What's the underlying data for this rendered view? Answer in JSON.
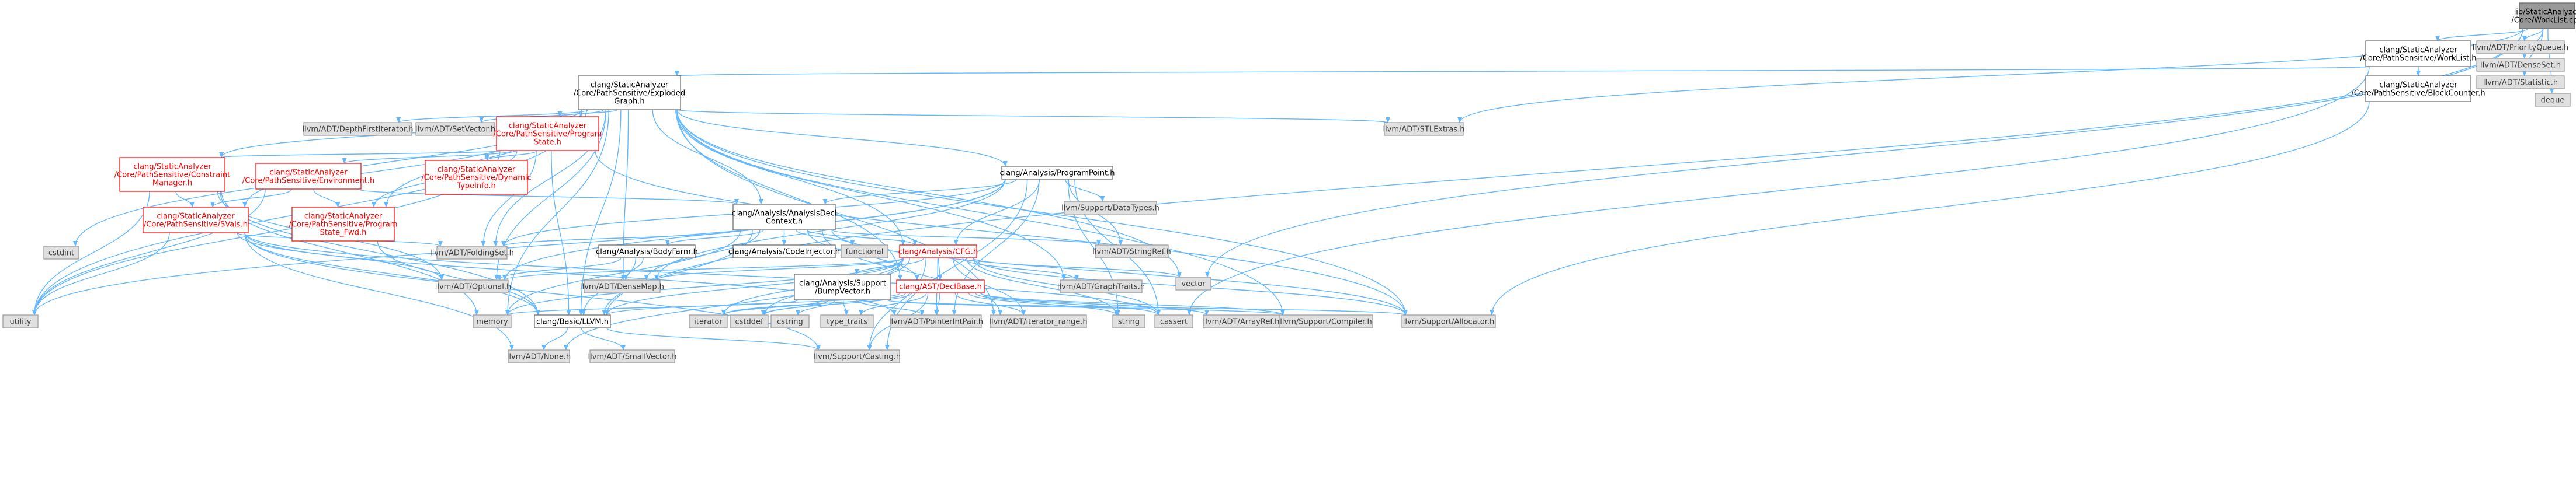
{
  "colors": {
    "root_fill": "#999999",
    "root_stroke": "#666666",
    "doc_fill": "#ffffff",
    "doc_stroke": "#666666",
    "doc_text": "#000000",
    "sys_fill": "#e0e0e0",
    "sys_stroke": "#999999",
    "sys_text": "#404040",
    "trunc_stroke": "#ff0000",
    "trunc_text": "#ff0000",
    "edge": "#63b8ff"
  },
  "nodes": {
    "root": [
      "lib/StaticAnalyzer",
      "/Core/WorkList.cpp"
    ],
    "worklist_h": [
      "clang/StaticAnalyzer",
      "/Core/PathSensitive/WorkList.h"
    ],
    "priority_queue": [
      "llvm/ADT/PriorityQueue.h"
    ],
    "dense_set": [
      "llvm/ADT/DenseSet.h"
    ],
    "statistic": [
      "llvm/ADT/Statistic.h"
    ],
    "deque": [
      "deque"
    ],
    "exploded_graph": [
      "clang/StaticAnalyzer",
      "/Core/PathSensitive/Exploded",
      "Graph.h"
    ],
    "block_counter": [
      "clang/StaticAnalyzer",
      "/Core/PathSensitive/BlockCounter.h"
    ],
    "depth_first": [
      "llvm/ADT/DepthFirstIterator.h"
    ],
    "set_vector": [
      "llvm/ADT/SetVector.h"
    ],
    "program_state": [
      "clang/StaticAnalyzer",
      "/Core/PathSensitive/Program",
      "State.h"
    ],
    "stl_extras": [
      "llvm/ADT/STLExtras.h"
    ],
    "constraint_manager": [
      "clang/StaticAnalyzer",
      "/Core/PathSensitive/Constraint",
      "Manager.h"
    ],
    "environment": [
      "clang/StaticAnalyzer",
      "/Core/PathSensitive/Environment.h"
    ],
    "dynamic_type": [
      "clang/StaticAnalyzer",
      "/Core/PathSensitive/Dynamic",
      "TypeInfo.h"
    ],
    "program_point": [
      "clang/Analysis/ProgramPoint.h"
    ],
    "svals": [
      "clang/StaticAnalyzer",
      "/Core/PathSensitive/SVals.h"
    ],
    "program_state_fwd": [
      "clang/StaticAnalyzer",
      "/Core/PathSensitive/Program",
      "State_Fwd.h"
    ],
    "analysis_decl_context": [
      "clang/Analysis/AnalysisDecl",
      "Context.h"
    ],
    "data_types": [
      "llvm/Support/DataTypes.h"
    ],
    "cstdint": [
      "cstdint"
    ],
    "folding_set": [
      "llvm/ADT/FoldingSet.h"
    ],
    "string_ref": [
      "llvm/ADT/StringRef.h"
    ],
    "body_farm": [
      "clang/Analysis/BodyFarm.h"
    ],
    "code_injector": [
      "clang/Analysis/CodeInjector.h"
    ],
    "functional": [
      "functional"
    ],
    "cfg": [
      "clang/Analysis/CFG.h"
    ],
    "graph_traits": [
      "llvm/ADT/GraphTraits.h"
    ],
    "optional": [
      "llvm/ADT/Optional.h"
    ],
    "dense_map": [
      "llvm/ADT/DenseMap.h"
    ],
    "bump_vector": [
      "clang/Analysis/Support",
      "/BumpVector.h"
    ],
    "decl_base": [
      "clang/AST/DeclBase.h"
    ],
    "vector": [
      "vector"
    ],
    "utility": [
      "utility"
    ],
    "memory": [
      "memory"
    ],
    "basic_llvm": [
      "clang/Basic/LLVM.h"
    ],
    "iterator": [
      "iterator"
    ],
    "cstddef": [
      "cstddef"
    ],
    "cstring": [
      "cstring"
    ],
    "type_traits": [
      "type_traits"
    ],
    "pointer_int_pair": [
      "llvm/ADT/PointerIntPair.h"
    ],
    "iterator_range": [
      "llvm/ADT/iterator_range.h"
    ],
    "string": [
      "string"
    ],
    "cassert": [
      "cassert"
    ],
    "array_ref": [
      "llvm/ADT/ArrayRef.h"
    ],
    "compiler": [
      "llvm/Support/Compiler.h"
    ],
    "allocator": [
      "llvm/Support/Allocator.h"
    ],
    "none": [
      "llvm/ADT/None.h"
    ],
    "small_vector": [
      "llvm/ADT/SmallVector.h"
    ],
    "casting": [
      "llvm/Support/Casting.h"
    ]
  }
}
